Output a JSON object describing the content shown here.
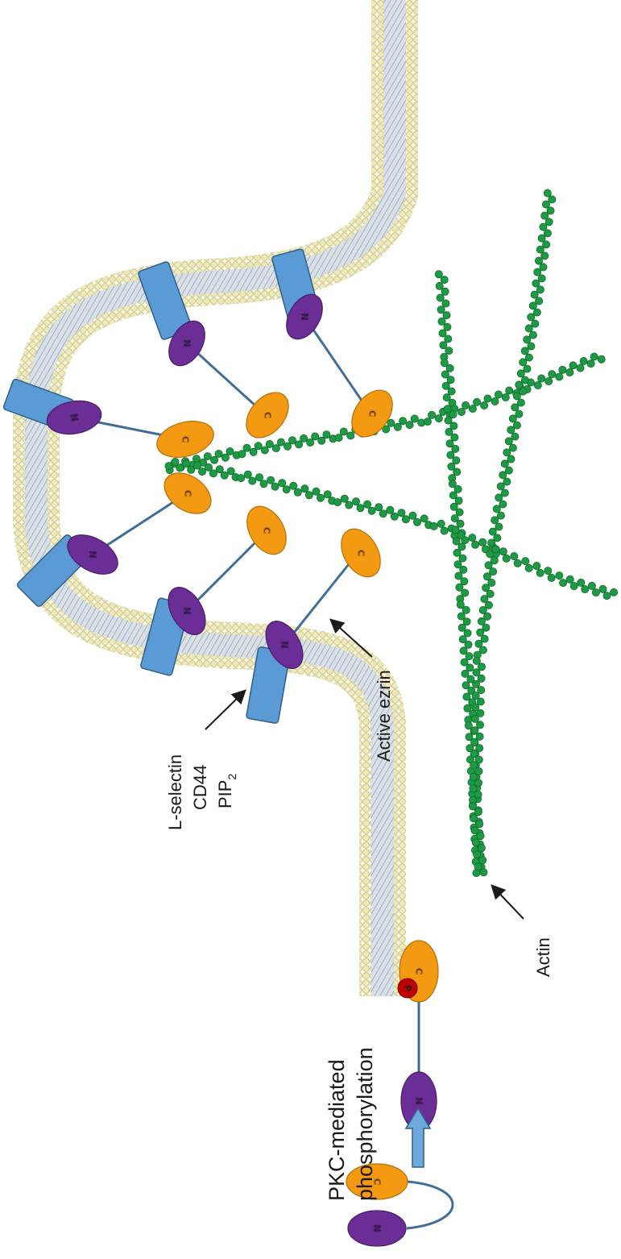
{
  "labels": {
    "lselectin": "L-selectin",
    "cd44": "CD44",
    "pip2_base": "PIP",
    "pip2_sub": "2",
    "active_ezrin": "Active ezrin",
    "actin": "Actin",
    "pkc_line1": "PKC-mediated",
    "pkc_line2": "phosphorylation"
  },
  "domains": {
    "n": "N",
    "c": "C",
    "p": "P"
  },
  "colors": {
    "n_domain": "#6b2d96",
    "c_domain": "#f39a12",
    "receptor": "#5b9bd5",
    "actin": "#1e9a45",
    "linker": "#3f6e99",
    "phospho": "#c00000",
    "lipid_head": "#f1edc0",
    "lipid_tail": "#8c9fae",
    "arrow": "#6fa8dc"
  }
}
